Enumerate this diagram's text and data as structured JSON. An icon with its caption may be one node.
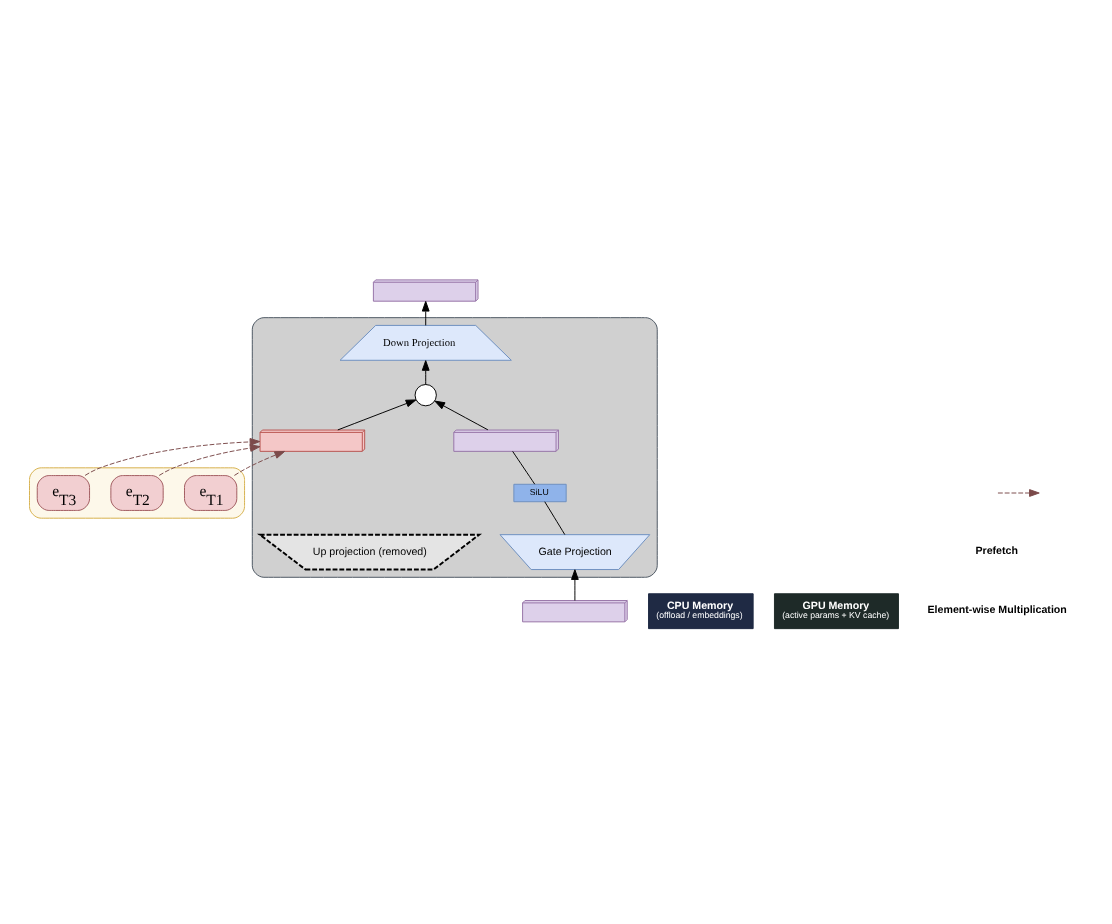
{
  "diagram": {
    "nodes": [
      {
        "text": [],
        "shape": "box"
      },
      {
        "text": [
          "e$_{T1}$"
        ],
        "in": 0
      },
      {
        "text": [
          "e$_{T2}$"
        ],
        "in": 0
      },
      {
        "text": [
          "e$_{T3}$"
        ],
        "in": 0
      },
      {
        "text": [],
        "shape": "box"
      },
      {
        "text": [
          "Down Projection"
        ],
        "in": 4
      },
      {
        "text": [],
        "shape": "circle",
        "in": 4
      },
      {
        "text": [],
        "shape": "box",
        "in": 4
      },
      {
        "text": [],
        "shape": "box",
        "in": 4
      },
      {
        "text": [
          "SiLU"
        ],
        "in": 4
      },
      {
        "text": [
          "Gate Projection"
        ],
        "in": 4
      },
      {
        "text": [
          "Up projection (removed)"
        ],
        "in": 4
      },
      {
        "text": [],
        "shape": "box"
      },
      {
        "text": [],
        "shape": "box"
      },
      {
        "text": [
          "CPU Memory",
          "(offload / embeddings)"
        ]
      },
      {
        "text": [
          "GPU Memory",
          "(active params + KV cache)"
        ]
      }
    ],
    "edges": [
      {
        "from": 1,
        "to": 7,
        "arrow": "to",
        "style": "dashed",
        "color": "#7b4a4a"
      },
      {
        "from": 2,
        "to": 7,
        "arrow": "to",
        "style": "dashed",
        "color": "#7b4a4a"
      },
      {
        "from": 3,
        "to": 7,
        "arrow": "to",
        "style": "dashed",
        "color": "#7b4a4a"
      },
      {
        "from": 7,
        "to": 6,
        "arrow": "to"
      },
      {
        "from": 8,
        "to": 6,
        "arrow": "to"
      },
      {
        "from": 6,
        "to": 5,
        "arrow": "to"
      },
      {
        "from": 5,
        "to": 12,
        "arrow": "to"
      },
      {
        "from": 10,
        "to": 9,
        "arrow": "none"
      },
      {
        "from": 9,
        "to": 8,
        "arrow": "none"
      },
      {
        "from": 13,
        "to": 10,
        "arrow": "to"
      }
    ],
    "legend": [
      {
        "text": "Prefetch"
      },
      {
        "text": "Element-wise Multiplication"
      }
    ]
  }
}
